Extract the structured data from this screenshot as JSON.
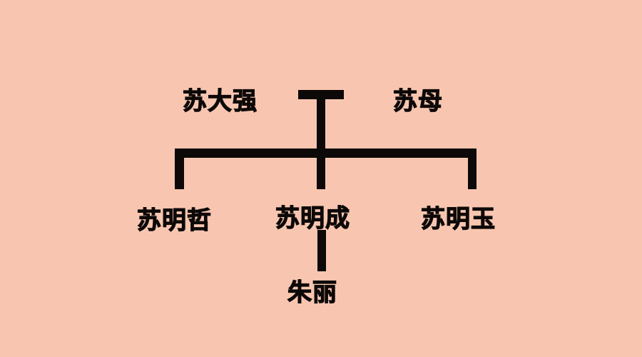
{
  "diagram": {
    "type": "family-tree",
    "background_color": "#f8c6b0",
    "line_color": "#0d0908",
    "parents": {
      "father": "苏大强",
      "mother": "苏母"
    },
    "children": [
      {
        "name": "苏明哲"
      },
      {
        "name": "苏明成",
        "spouse": "朱丽"
      },
      {
        "name": "苏明玉"
      }
    ]
  }
}
